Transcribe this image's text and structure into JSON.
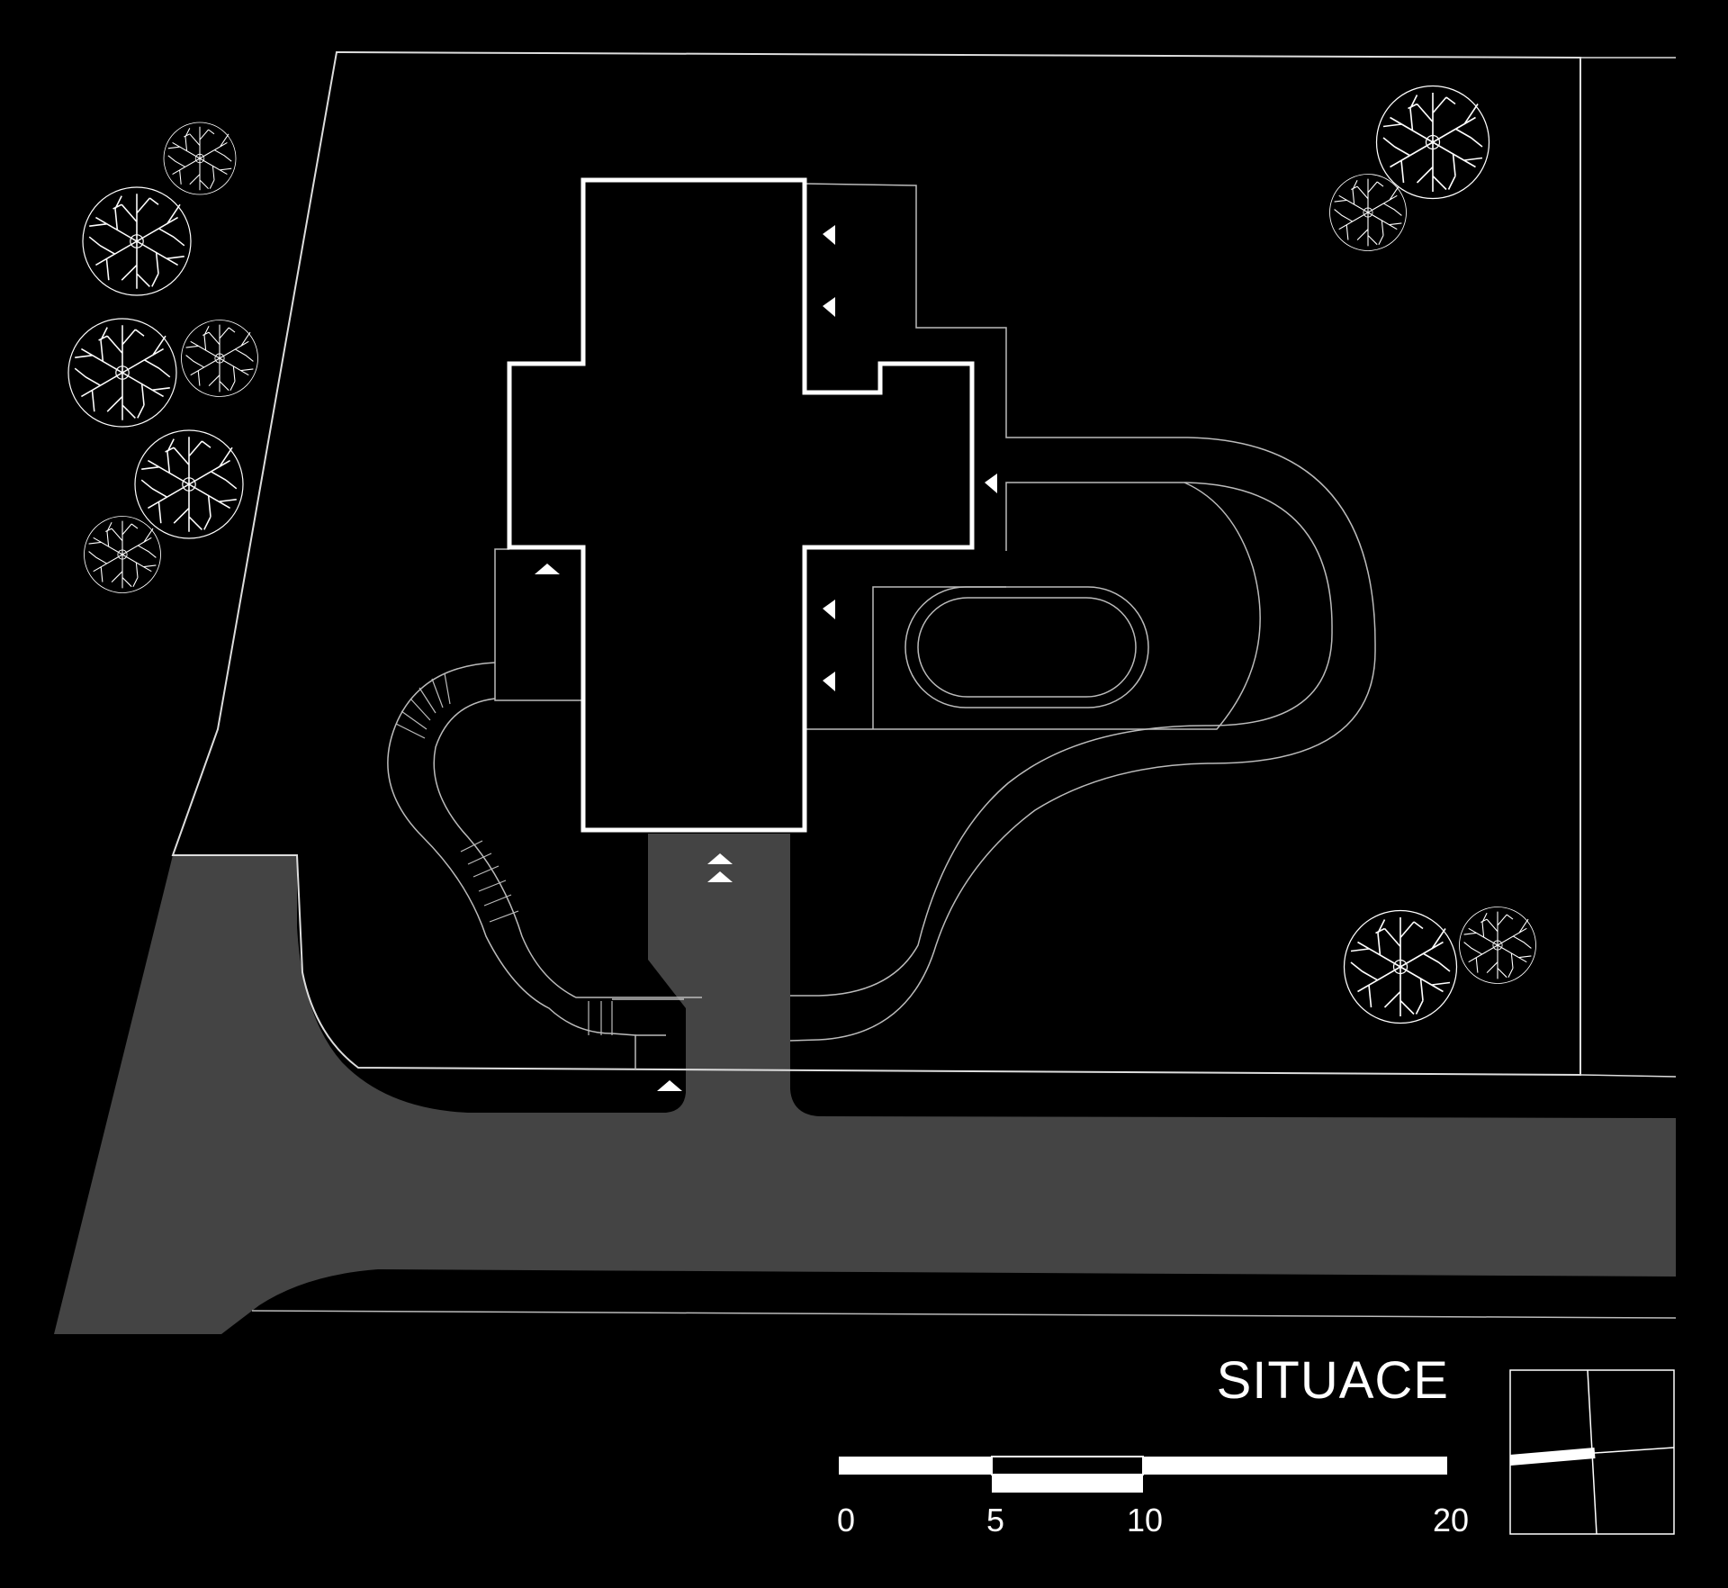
{
  "title": "SITUACE",
  "scale": {
    "ticks": [
      "0",
      "5",
      "10",
      "20"
    ]
  },
  "colors": {
    "background": "#000000",
    "road": "#444444",
    "lines": "#ffffff",
    "thin_lines": "#bdbdbd"
  }
}
